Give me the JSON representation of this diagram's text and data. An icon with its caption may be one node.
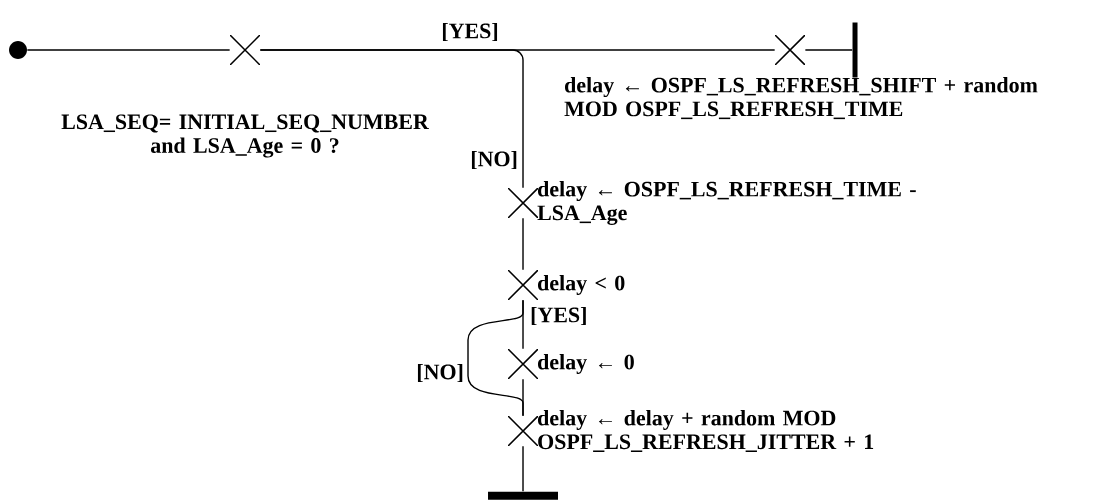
{
  "diagram": {
    "nodes": [
      {
        "text": [],
        "shape": "circle"
      },
      {
        "text": [],
        "shape": "cross",
        "beside": [
          "LSA_SEQ= INITIAL_SEQ_NUMBER and LSA_Age = 0 ?"
        ]
      },
      {
        "text": [],
        "shape": "cross",
        "beside": [
          "delay ← OSPF_LS_REFRESH_SHIFT + random MOD OSPF_LS_REFRESH_TIME"
        ]
      },
      {
        "text": [],
        "shape": "bar"
      },
      {
        "text": [],
        "shape": "cross",
        "beside": [
          "delay ← OSPF_LS_REFRESH_TIME - LSA_Age"
        ]
      },
      {
        "text": [],
        "shape": "cross",
        "beside": [
          "delay < 0"
        ]
      },
      {
        "text": [],
        "shape": "cross",
        "beside": [
          "delay ← 0"
        ]
      },
      {
        "text": [],
        "shape": "cross",
        "beside": [
          "delay ← delay + random MOD OSPF_LS_REFRESH_JITTER + 1"
        ]
      },
      {
        "text": [],
        "shape": "bar"
      }
    ],
    "edges": [
      {
        "from": 0,
        "to": 1,
        "arrow": "none"
      },
      {
        "from": 1,
        "to": 2,
        "arrow": "none",
        "label": "[YES]"
      },
      {
        "from": 2,
        "to": 3,
        "arrow": "none"
      },
      {
        "from": 1,
        "to": 4,
        "arrow": "none",
        "label": "[NO]"
      },
      {
        "from": 4,
        "to": 5,
        "arrow": "none"
      },
      {
        "from": 5,
        "to": 6,
        "arrow": "none",
        "label": "[YES]"
      },
      {
        "from": 5,
        "to": 7,
        "arrow": "none",
        "label": "[NO]"
      },
      {
        "from": 6,
        "to": 7,
        "arrow": "none"
      },
      {
        "from": 7,
        "to": 8,
        "arrow": "none"
      }
    ]
  }
}
